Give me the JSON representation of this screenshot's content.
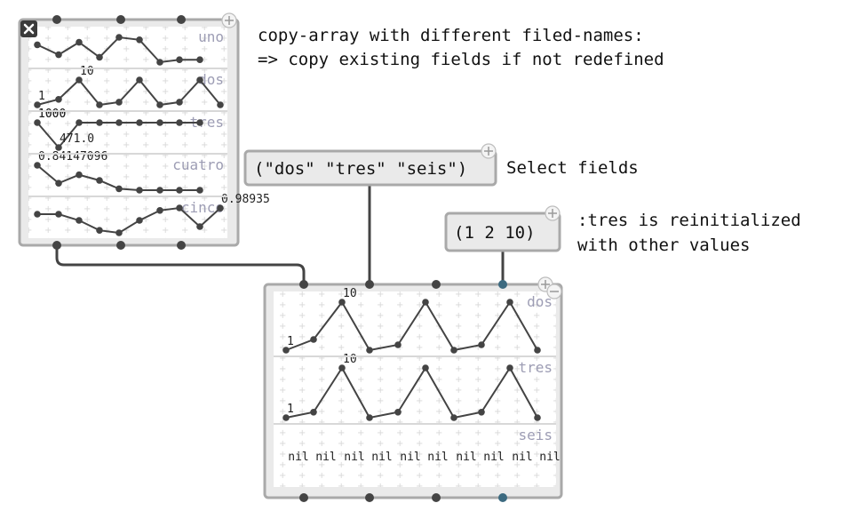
{
  "comments": {
    "header_line1": "copy-array with different filed-names:",
    "header_line2": "=> copy existing fields if not redefined",
    "select": "Select fields",
    "reinit_line1": ":tres is reinitialized",
    "reinit_line2": "with other values"
  },
  "messages": {
    "fields": "(\"dos\" \"tres\" \"seis\")",
    "values": "(1 2 10)"
  },
  "colors": {
    "box_border": "#a9a9a9",
    "box_fill": "#eaeaea",
    "inlet": "#444444",
    "active_inlet": "#3c6a80",
    "cable": "#444444",
    "field_name": "#9d9db4"
  },
  "icons": {
    "close": "close-icon",
    "add": "plus-icon",
    "remove": "minus-icon"
  },
  "source_array": {
    "fields": [
      {
        "name": "uno",
        "values": [
          8,
          4,
          9,
          3,
          11,
          10,
          1,
          2,
          2
        ],
        "labels": []
      },
      {
        "name": "dos",
        "values": [
          1,
          3,
          10,
          1,
          2,
          10,
          1,
          2,
          10,
          1
        ],
        "labels": [
          "1",
          "10"
        ]
      },
      {
        "name": "tres",
        "values": [
          1000,
          471.0,
          1000,
          1000,
          1000,
          1000,
          1000,
          1000,
          1000
        ],
        "labels": [
          "1000",
          "471.0",
          "1000"
        ]
      },
      {
        "name": "cuatro",
        "values": [
          0.84147096,
          0.2,
          0.5,
          0.3,
          0,
          -0.05,
          -0.05,
          -0.05,
          -0.05
        ],
        "labels": [
          "0.84147096",
          ""
        ]
      },
      {
        "name": "cinco",
        "values": [
          0.5,
          0.5,
          0,
          -0.8,
          -1,
          0,
          0.8,
          1,
          -0.5,
          0.98935
        ],
        "labels": [
          "",
          "0.98935"
        ]
      }
    ]
  },
  "result_array": {
    "fields": [
      {
        "name": "dos",
        "values": [
          1,
          3,
          10,
          1,
          2,
          10,
          1,
          2,
          10,
          1
        ],
        "labels": [
          "1",
          "10"
        ]
      },
      {
        "name": "tres",
        "values": [
          1,
          2,
          10,
          1,
          2,
          10,
          1,
          2,
          10,
          1
        ],
        "labels": [
          "1",
          "10"
        ]
      },
      {
        "name": "seis",
        "values": [
          "nil",
          "nil",
          "nil",
          "nil",
          "nil",
          "nil",
          "nil",
          "nil",
          "nil",
          "nil"
        ]
      }
    ]
  }
}
